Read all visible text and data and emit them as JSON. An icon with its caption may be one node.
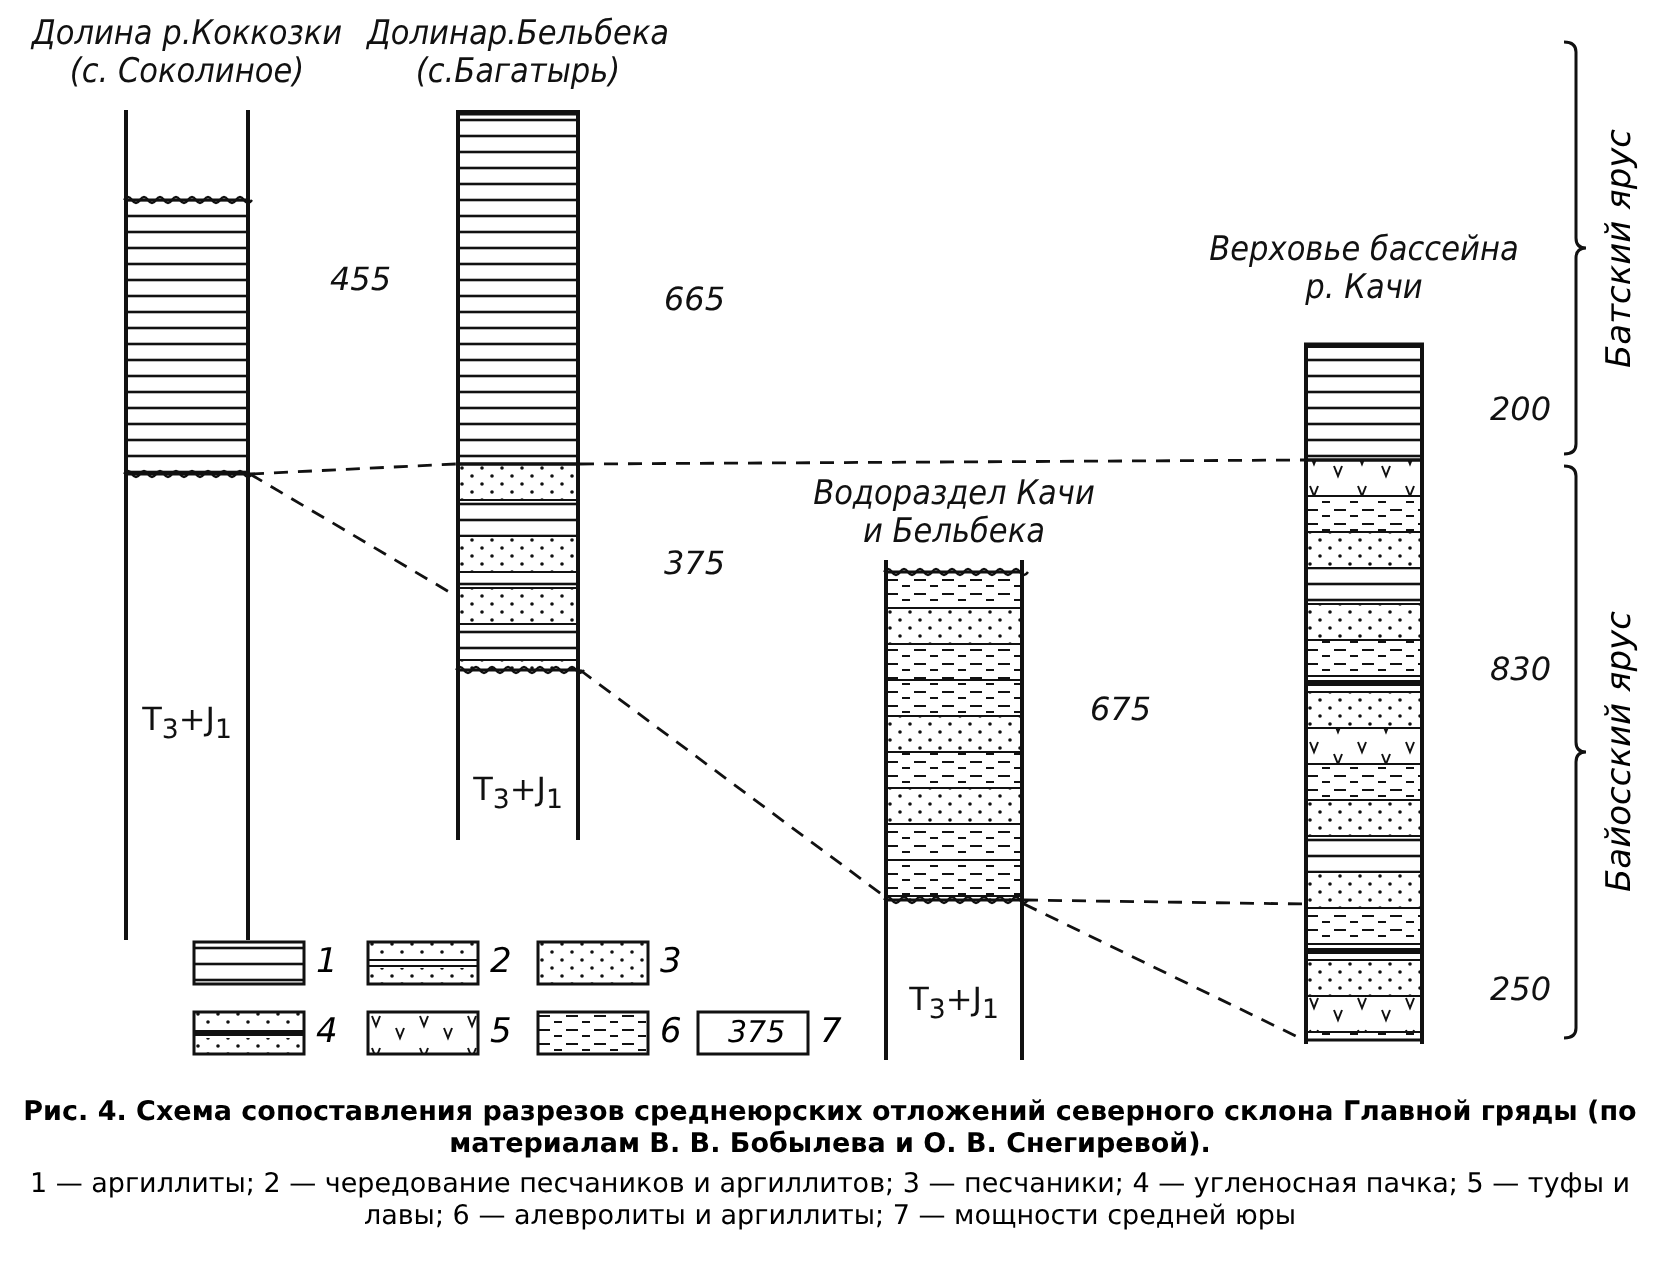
{
  "diagram": {
    "caption": "Рис. 4. Схема сопоставления разрезов среднеюрских отложений северного склона Главной гряды (по материалам В. В. Бобылева и О. В. Снегиревой).",
    "nodes": [
      {
        "text": [
          "Долина р.Коккозки (с. Соколиное)",
          "T$_{3}$+J$_{1}$"
        ],
        "beside": [
          "455"
        ]
      },
      {
        "text": [
          "Долинар.Бельбека (с.Багатырь)",
          "T$_{3}$+J$_{1}$"
        ],
        "beside": [
          "665",
          "375"
        ]
      },
      {
        "text": [
          "Водораздел Качи и Бельбека",
          "T$_{3}$+J$_{1}$"
        ],
        "beside": [
          "675"
        ]
      },
      {
        "text": [
          "Верховье бассейна р. Качи"
        ],
        "beside": [
          "200",
          "830",
          "250"
        ]
      }
    ],
    "edges": [
      {
        "from": 0,
        "to": 1,
        "arrow": "none",
        "style": "dashed"
      },
      {
        "from": 1,
        "to": 3,
        "arrow": "none",
        "style": "dashed"
      },
      {
        "from": 0,
        "to": 1,
        "arrow": "none",
        "style": "dashed"
      },
      {
        "from": 1,
        "to": 2,
        "arrow": "none",
        "style": "dashed"
      },
      {
        "from": 2,
        "to": 3,
        "arrow": "none",
        "style": "dashed"
      },
      {
        "from": 2,
        "to": 3,
        "arrow": "none",
        "style": "dashed"
      }
    ],
    "labels": [
      "Батский ярус",
      "Байосский ярус",
      "375",
      "1 — аргиллиты; 2 — чередование песчаников и аргиллитов; 3 — песчаники; 4 — угленосная пачка; 5 — туфы и лавы; 6 — алевролиты и аргиллиты; 7 — мощности средней юры"
    ],
    "legend": [
      {
        "text": "1"
      },
      {
        "text": "2"
      },
      {
        "text": "3"
      },
      {
        "text": "4"
      },
      {
        "text": "5"
      },
      {
        "text": "6"
      },
      {
        "text": "7"
      }
    ]
  }
}
